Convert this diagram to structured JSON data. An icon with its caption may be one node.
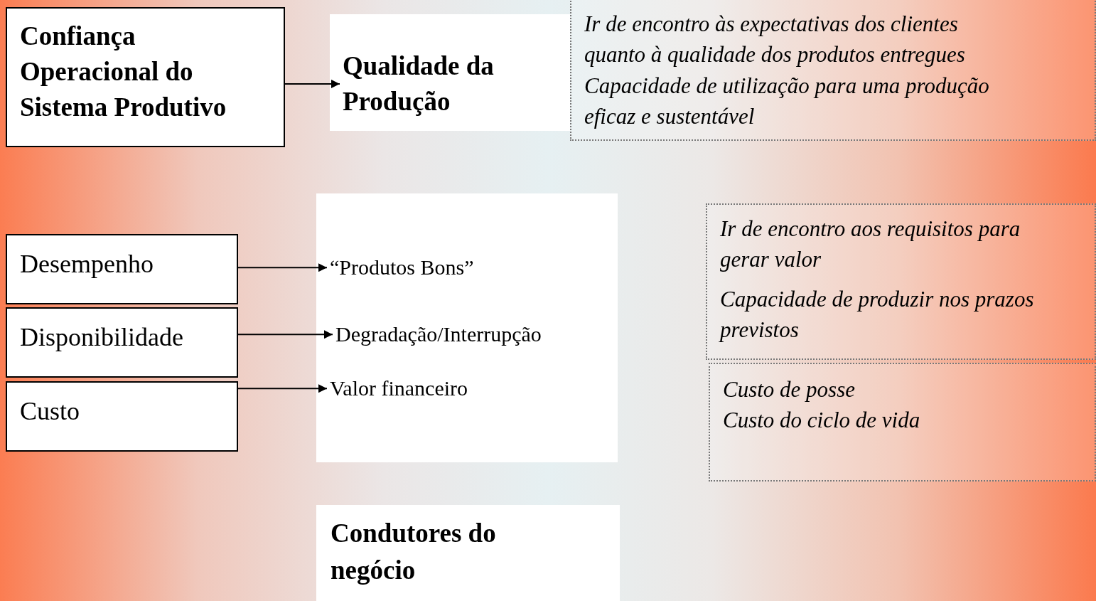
{
  "diagram": {
    "nodes": [
      {
        "text": [
          "Confiança Operacional do Sistema Produtivo"
        ]
      },
      {
        "text": [
          "Qualidade da Produção"
        ]
      },
      {
        "text": [
          "Ir de encontro às expectativas dos clientes quanto à qualidade dos produtos entregues",
          "Capacidade de utilização para uma produção eficaz e sustentável"
        ]
      },
      {
        "text": [
          "Desempenho"
        ]
      },
      {
        "text": [
          "Disponibilidade"
        ]
      },
      {
        "text": [
          "Custo"
        ]
      },
      {
        "text": [],
        "shape": "box"
      },
      {
        "text": [
          "“Produtos Bons”"
        ],
        "in": 6
      },
      {
        "text": [
          "Degradação/Interrupção"
        ],
        "in": 6
      },
      {
        "text": [
          "Valor financeiro"
        ],
        "in": 6
      },
      {
        "text": [
          "Ir de encontro aos requisitos para gerar valor",
          "Capacidade de produzir nos prazos previstos"
        ]
      },
      {
        "text": [
          "Custo de posse",
          "Custo do ciclo de vida"
        ]
      },
      {
        "text": [
          "Condutores do negócio"
        ]
      }
    ],
    "edges": [
      {
        "from": 0,
        "to": 1,
        "arrow": "to"
      },
      {
        "from": 3,
        "to": 7,
        "arrow": "to"
      },
      {
        "from": 4,
        "to": 8,
        "arrow": "to"
      },
      {
        "from": 5,
        "to": 9,
        "arrow": "to"
      }
    ]
  }
}
